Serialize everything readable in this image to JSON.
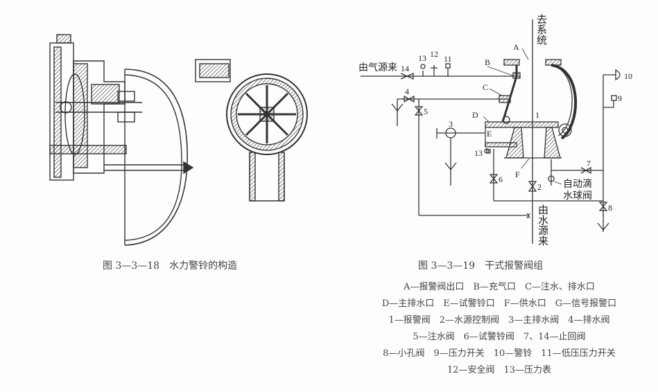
{
  "left_figure": {
    "caption": "图 3—3—18　水力警铃的构造"
  },
  "right_figure": {
    "caption": "图 3—3—19　干式报警阀组",
    "labels": {
      "to_system": "去系统",
      "from_air": "由气源来",
      "from_water": "由水源来",
      "auto_drain": "自动滴",
      "auto_drain2": "水球阀",
      "A": "A",
      "B": "B",
      "C": "C",
      "D": "D",
      "E": "E",
      "F": "F",
      "n1": "1",
      "n2": "2",
      "n3": "3",
      "n4": "4",
      "n5": "5",
      "n6": "6",
      "n7": "7",
      "n8": "8",
      "n9": "9",
      "n10": "10",
      "n11": "11",
      "n12": "12",
      "n13a": "13",
      "n13b": "13",
      "n14": "14"
    },
    "legend": [
      "A—报警阀出口　B—充气口　C—注水、排水口",
      "D—主排水口　E—试警铃口　F—供水口　G—信号报警口",
      "1—报警阀　2—水源控制阀　3—主排水阀　4—排水阀",
      "5—注水阀　6—试警铃阀　7、14—止回阀",
      "8—小孔阀　9—压力开关　10—警铃　11—低压压力开关",
      "12—安全阀　13—压力表"
    ]
  }
}
